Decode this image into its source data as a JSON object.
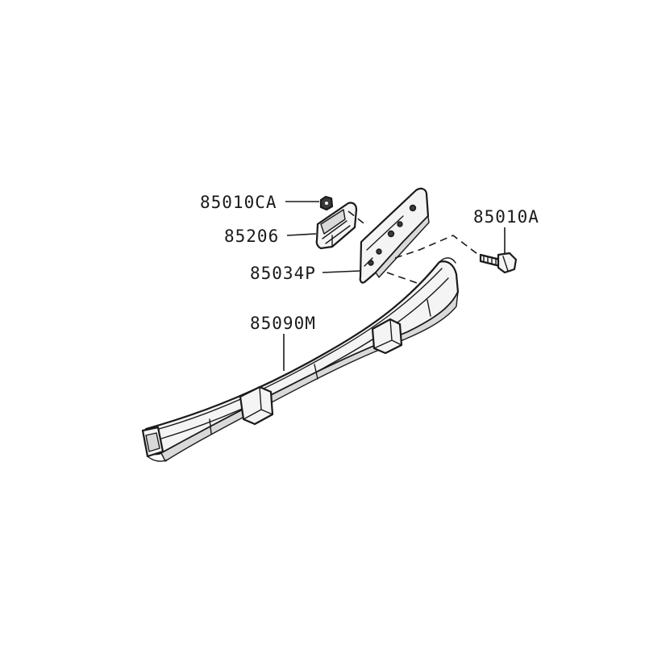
{
  "parts": [
    {
      "id": "nut",
      "part_number": "85010CA"
    },
    {
      "id": "bracket",
      "part_number": "85206"
    },
    {
      "id": "stay",
      "part_number": "85034P"
    },
    {
      "id": "reinforcement",
      "part_number": "85090M"
    },
    {
      "id": "bolt",
      "part_number": "85010A"
    }
  ],
  "colors": {
    "ink": "#1a1a1a",
    "background": "#ffffff",
    "shade": "#d9d9d9"
  }
}
